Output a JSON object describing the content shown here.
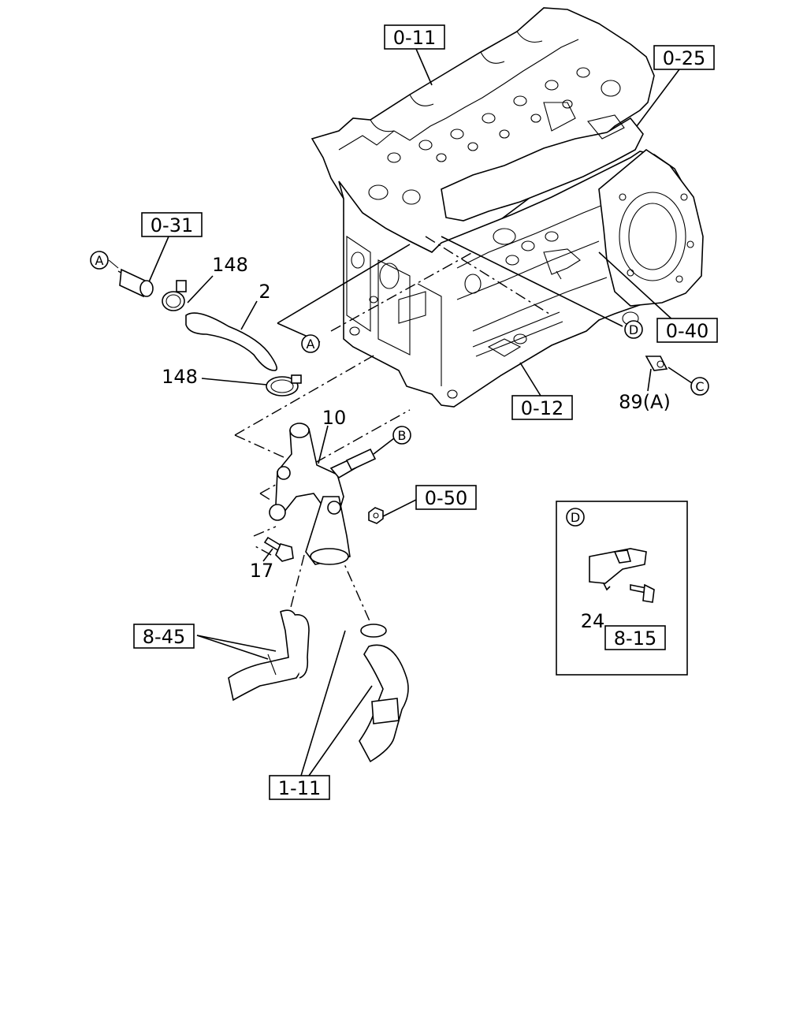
{
  "refs": {
    "r0_11": "0-11",
    "r0_25": "0-25",
    "r0_31": "0-31",
    "r0_40": "0-40",
    "r0_12": "0-12",
    "r0_50": "0-50",
    "r8_45": "8-45",
    "r8_15": "8-15",
    "r1_11": "1-11"
  },
  "parts": {
    "p148a": "148",
    "p2": "2",
    "p148b": "148",
    "p10": "10",
    "p89a": "89(A)",
    "p17": "17",
    "p24": "24"
  },
  "markers": {
    "a1": "A",
    "a2": "A",
    "b": "B",
    "c": "C",
    "d": "D",
    "d_detail": "D"
  }
}
